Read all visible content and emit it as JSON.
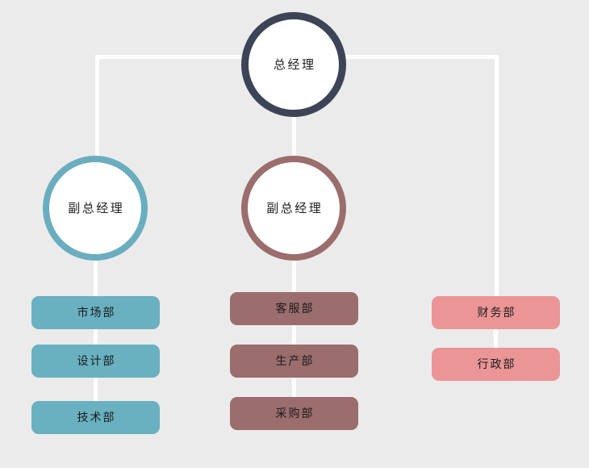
{
  "chart": {
    "type": "org-chart",
    "title": "",
    "background_color": "#ebebeb",
    "connector_color": "#ffffff",
    "root": {
      "label": "总经理",
      "shape": "circle",
      "border_color": "#3d4457",
      "fill_color": "#ffffff"
    },
    "branches": [
      {
        "id": "left",
        "head": {
          "label": "副总经理",
          "shape": "circle",
          "border_color": "#6aadbf",
          "fill_color": "#ffffff"
        },
        "accent_color": "#69b0c0",
        "departments": [
          {
            "label": "市场部"
          },
          {
            "label": "设计部"
          },
          {
            "label": "技术部"
          }
        ]
      },
      {
        "id": "middle",
        "head": {
          "label": "副总经理",
          "shape": "circle",
          "border_color": "#9b6d6d",
          "fill_color": "#ffffff"
        },
        "accent_color": "#9b6d6d",
        "departments": [
          {
            "label": "客服部"
          },
          {
            "label": "生产部"
          },
          {
            "label": "采购部"
          }
        ]
      },
      {
        "id": "right",
        "head": null,
        "accent_color": "#eb9596",
        "departments": [
          {
            "label": "财务部"
          },
          {
            "label": "行政部"
          }
        ]
      }
    ]
  }
}
